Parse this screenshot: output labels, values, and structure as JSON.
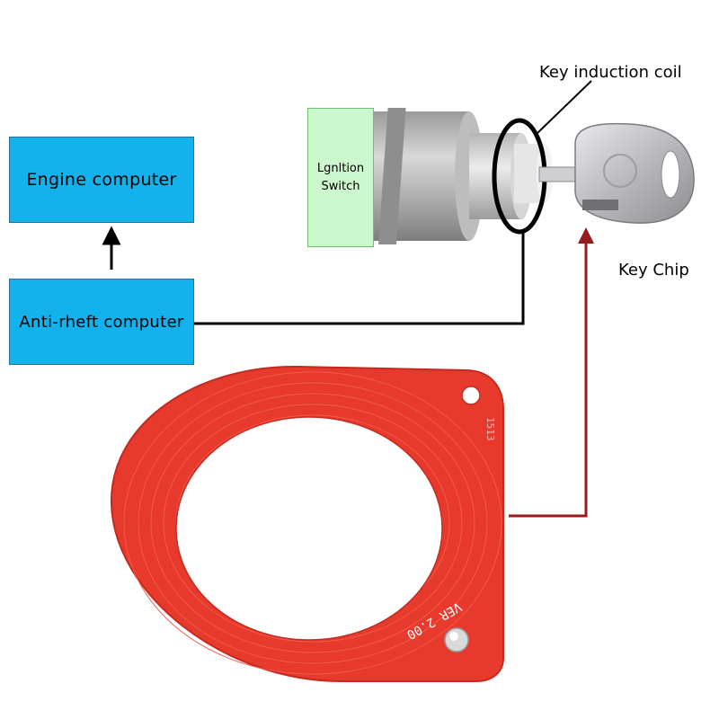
{
  "boxes": {
    "engine": "Engine computer",
    "antitheft": "Anti-rheft computer"
  },
  "ignition": {
    "line1": "Lgnltion",
    "line2": "Switch"
  },
  "labels": {
    "coil": "Key induction coil",
    "chip": "Key Chip"
  },
  "pcb": {
    "version_text": "VER 2.00",
    "code_text": "1513"
  },
  "colors": {
    "box_fill": "#14b2ec",
    "ignition_fill": "#ccf7cc",
    "pcb_red": "#e83a2c",
    "signal_line": "#9a1a1a",
    "wire": "#000000"
  }
}
